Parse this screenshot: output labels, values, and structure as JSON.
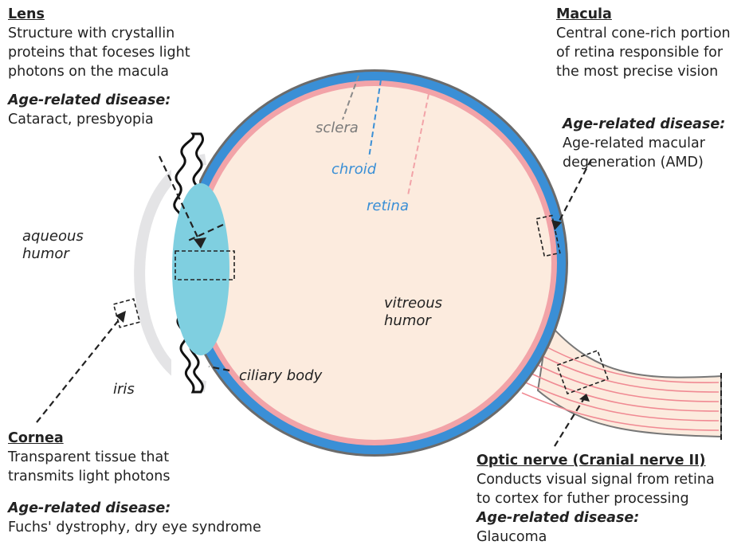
{
  "lens": {
    "title": "Lens",
    "line1": "Structure with crystallin",
    "line2": "proteins that foceses light",
    "line3": "photons on the macula",
    "disease_label": "Age-related disease:",
    "disease": "Cataract, presbyopia"
  },
  "macula": {
    "title": "Macula",
    "line1": "Central cone-rich portion",
    "line2": "of retina responsible for",
    "line3": "the most precise vision",
    "disease_label": "Age-related disease:",
    "disease_line1": "Age-related macular",
    "disease_line2": "degeneration (AMD)"
  },
  "cornea": {
    "title": "Cornea",
    "line1": "Transparent tissue that",
    "line2": "transmits light photons",
    "disease_label": "Age-related disease:",
    "disease": "Fuchs' dystrophy, dry eye syndrome"
  },
  "optic_nerve": {
    "title": "Optic nerve (Cranial nerve II)",
    "line1": "Conducts visual signal from retina",
    "line2": "to cortex for futher processing",
    "disease_label": "Age-related disease:",
    "disease": "Glaucoma"
  },
  "labels": {
    "sclera": "sclera",
    "choroid": "chroid",
    "retina": "retina",
    "aqueous_line1": "aqueous",
    "aqueous_line2": "humor",
    "vitreous_line1": "vitreous",
    "vitreous_line2": "humor",
    "iris": "iris",
    "ciliary_body": "ciliary body"
  },
  "colors": {
    "sclera_gray": "#6b6b6b",
    "choroid_blue": "#3a8fd6",
    "retina_pink": "#f2a3a8",
    "vitreous_fill": "#fcebde",
    "lens_fill": "#7fcfe0",
    "cornea_gray": "#e4e4e6",
    "nerve_pink": "#f08a93"
  }
}
